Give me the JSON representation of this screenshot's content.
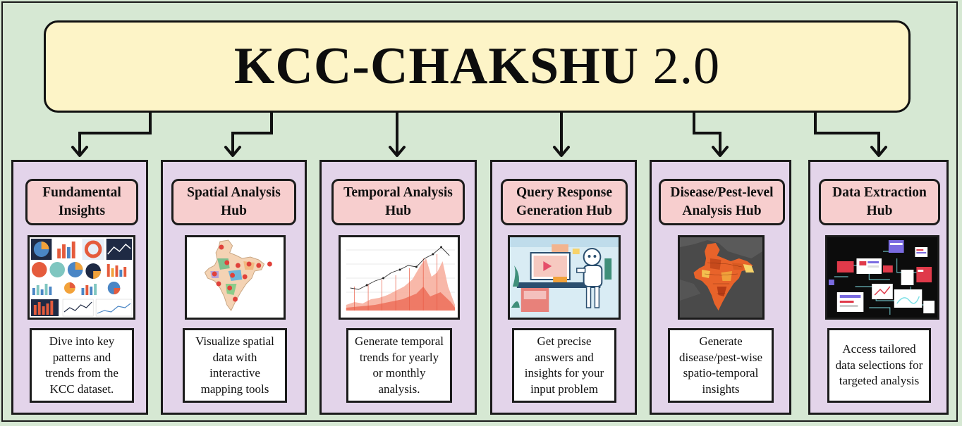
{
  "title": {
    "bold_part": "KCC-CHAKSHU",
    "rest_part": " 2.0"
  },
  "hubs": [
    {
      "heading": [
        "Fundamental",
        "Insights"
      ],
      "description": [
        "Dive into key",
        "patterns and",
        "trends from the",
        "KCC dataset."
      ],
      "illustration_icon": "dashboard-charts-icon"
    },
    {
      "heading": [
        "Spatial Analysis",
        "Hub"
      ],
      "description": [
        "Visualize spatial",
        "data with",
        "interactive",
        "mapping tools"
      ],
      "illustration_icon": "india-map-pins-icon"
    },
    {
      "heading": [
        "Temporal Analysis",
        "Hub"
      ],
      "description": [
        "Generate temporal",
        "trends for yearly",
        "or monthly",
        "analysis."
      ],
      "illustration_icon": "time-series-chart-icon"
    },
    {
      "heading": [
        "Query Response",
        "Generation Hub"
      ],
      "description": [
        "Get precise",
        "answers and",
        "insights for your",
        "input problem"
      ],
      "illustration_icon": "robot-assistant-desk-icon"
    },
    {
      "heading": [
        "Disease/Pest-level",
        "Analysis Hub"
      ],
      "description": [
        "Generate",
        "disease/pest-wise",
        "spatio-temporal",
        "insights"
      ],
      "illustration_icon": "india-heatmap-icon"
    },
    {
      "heading": [
        "Data Extraction",
        "Hub"
      ],
      "description": [
        "Access tailored",
        "data selections for",
        "targeted analysis"
      ],
      "illustration_icon": "data-network-icon"
    }
  ],
  "colors": {
    "background": "#d6e8d3",
    "title_box": "#fdf4c7",
    "column": "#e3d4ea",
    "heading_box": "#f7cece",
    "stroke": "#1b1b1b"
  }
}
